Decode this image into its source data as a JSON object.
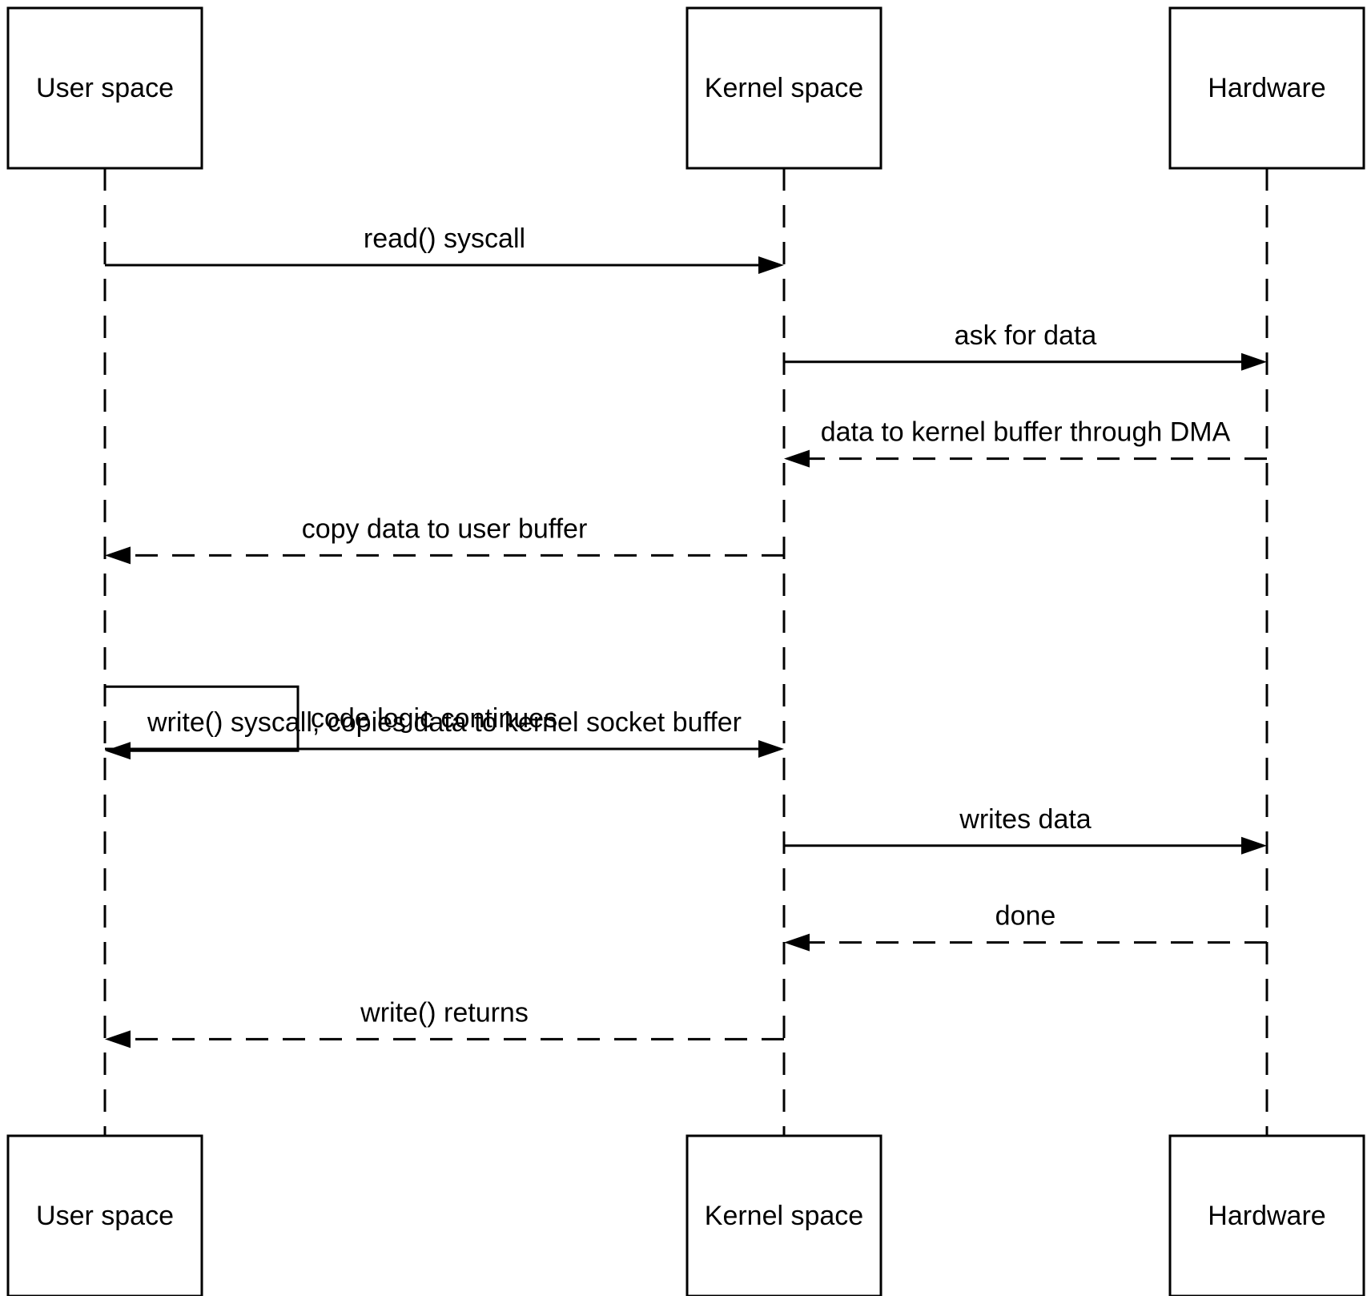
{
  "participants": [
    {
      "id": "user",
      "label": "User space"
    },
    {
      "id": "kernel",
      "label": "Kernel space"
    },
    {
      "id": "hardware",
      "label": "Hardware"
    }
  ],
  "messages": [
    {
      "from": "user",
      "to": "kernel",
      "label": "read() syscall",
      "style": "solid"
    },
    {
      "from": "kernel",
      "to": "hardware",
      "label": "ask for data",
      "style": "solid"
    },
    {
      "from": "hardware",
      "to": "kernel",
      "label": "data to kernel buffer through DMA",
      "style": "dashed"
    },
    {
      "from": "kernel",
      "to": "user",
      "label": "copy data to user buffer",
      "style": "dashed"
    },
    {
      "from": "user",
      "to": "user",
      "label": "code logic continues",
      "style": "solid"
    },
    {
      "from": "user",
      "to": "kernel",
      "label": "write() syscall, copies data to kernel socket buffer",
      "style": "solid"
    },
    {
      "from": "kernel",
      "to": "hardware",
      "label": "writes data",
      "style": "solid"
    },
    {
      "from": "hardware",
      "to": "kernel",
      "label": "done",
      "style": "dashed"
    },
    {
      "from": "kernel",
      "to": "user",
      "label": "write() returns",
      "style": "dashed"
    }
  ]
}
